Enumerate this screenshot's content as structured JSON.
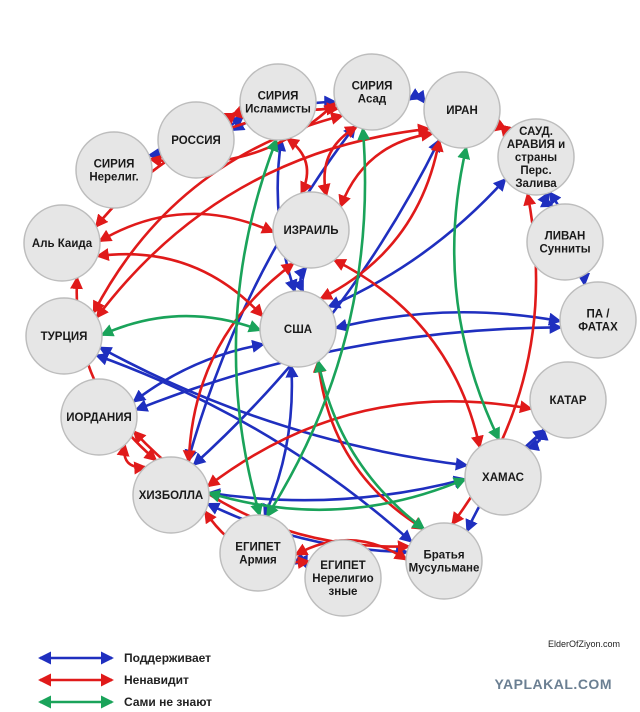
{
  "colors": {
    "support": "#1f2fbf",
    "hate": "#e01a1a",
    "unknown": "#1aa35a"
  },
  "nodes": [
    {
      "id": "syria_islamists",
      "label": [
        "СИРИЯ",
        "Исламисты"
      ]
    },
    {
      "id": "syria_asad",
      "label": [
        "СИРИЯ",
        "Асад"
      ]
    },
    {
      "id": "russia",
      "label": [
        "РОССИЯ"
      ]
    },
    {
      "id": "iran",
      "label": [
        "ИРАН"
      ]
    },
    {
      "id": "syria_nonrel",
      "label": [
        "СИРИЯ",
        "Нерелиг."
      ]
    },
    {
      "id": "saudi",
      "label": [
        "САУД.",
        "АРАВИЯ и",
        "страны",
        "Перс.",
        "Залива"
      ]
    },
    {
      "id": "israel",
      "label": [
        "ИЗРАИЛЬ"
      ]
    },
    {
      "id": "alqaeda",
      "label": [
        "Аль Каида"
      ]
    },
    {
      "id": "lebanon_sunni",
      "label": [
        "ЛИВАН",
        "Сунниты"
      ]
    },
    {
      "id": "turkey",
      "label": [
        "ТУРЦИЯ"
      ]
    },
    {
      "id": "usa",
      "label": [
        "США"
      ]
    },
    {
      "id": "pa_fatah",
      "label": [
        "ПА /",
        "ФАТАХ"
      ]
    },
    {
      "id": "jordan",
      "label": [
        "ИОРДАНИЯ"
      ]
    },
    {
      "id": "qatar",
      "label": [
        "КАТАР"
      ]
    },
    {
      "id": "hezbollah",
      "label": [
        "ХИЗБОЛЛА"
      ]
    },
    {
      "id": "hamas",
      "label": [
        "ХАМАС"
      ]
    },
    {
      "id": "egypt_army",
      "label": [
        "ЕГИПЕТ",
        "Армия"
      ]
    },
    {
      "id": "egypt_nonrel",
      "label": [
        "ЕГИПЕТ",
        "Нерелигио",
        "зные"
      ]
    },
    {
      "id": "muslim_brothers",
      "label": [
        "Братья",
        "Мусульмане"
      ]
    }
  ],
  "relations": [
    {
      "from": "syria_asad",
      "to": "iran",
      "type": "support"
    },
    {
      "from": "syria_asad",
      "to": "russia",
      "type": "support"
    },
    {
      "from": "syria_islamists",
      "to": "syria_nonrel",
      "type": "support"
    },
    {
      "from": "syria_islamists",
      "to": "usa",
      "type": "support"
    },
    {
      "from": "iran",
      "to": "hezbollah",
      "type": "support"
    },
    {
      "from": "syria_asad",
      "to": "hezbollah",
      "type": "support"
    },
    {
      "from": "saudi",
      "to": "usa",
      "type": "support"
    },
    {
      "from": "saudi",
      "to": "lebanon_sunni",
      "type": "support"
    },
    {
      "from": "saudi",
      "to": "pa_fatah",
      "type": "support"
    },
    {
      "from": "israel",
      "to": "usa",
      "type": "support"
    },
    {
      "from": "usa",
      "to": "pa_fatah",
      "type": "support"
    },
    {
      "from": "usa",
      "to": "jordan",
      "type": "support"
    },
    {
      "from": "usa",
      "to": "egypt_army",
      "type": "support"
    },
    {
      "from": "turkey",
      "to": "hamas",
      "type": "support"
    },
    {
      "from": "turkey",
      "to": "muslim_brothers",
      "type": "support"
    },
    {
      "from": "pa_fatah",
      "to": "jordan",
      "type": "support"
    },
    {
      "from": "qatar",
      "to": "hamas",
      "type": "support"
    },
    {
      "from": "qatar",
      "to": "muslim_brothers",
      "type": "support"
    },
    {
      "from": "hamas",
      "to": "hezbollah",
      "type": "support"
    },
    {
      "from": "hezbollah",
      "to": "muslim_brothers",
      "type": "support"
    },
    {
      "from": "egypt_army",
      "to": "egypt_nonrel",
      "type": "support"
    },
    {
      "from": "syria_asad",
      "to": "alqaeda",
      "type": "hate"
    },
    {
      "from": "syria_asad",
      "to": "syria_nonrel",
      "type": "hate"
    },
    {
      "from": "syria_asad",
      "to": "israel",
      "type": "hate"
    },
    {
      "from": "syria_islamists",
      "to": "israel",
      "type": "hate"
    },
    {
      "from": "syria_islamists",
      "to": "russia",
      "type": "hate"
    },
    {
      "from": "iran",
      "to": "saudi",
      "type": "hate"
    },
    {
      "from": "iran",
      "to": "israel",
      "type": "hate"
    },
    {
      "from": "iran",
      "to": "usa",
      "type": "hate"
    },
    {
      "from": "israel",
      "to": "alqaeda",
      "type": "hate"
    },
    {
      "from": "israel",
      "to": "hamas",
      "type": "hate"
    },
    {
      "from": "israel",
      "to": "hezbollah",
      "type": "hate"
    },
    {
      "from": "alqaeda",
      "to": "usa",
      "type": "hate"
    },
    {
      "from": "alqaeda",
      "to": "hezbollah",
      "type": "hate"
    },
    {
      "from": "alqaeda",
      "to": "syria_asad",
      "type": "hate"
    },
    {
      "from": "jordan",
      "to": "hezbollah",
      "type": "hate"
    },
    {
      "from": "hezbollah",
      "to": "qatar",
      "type": "hate"
    },
    {
      "from": "hezbollah",
      "to": "egypt_nonrel",
      "type": "hate"
    },
    {
      "from": "egypt_army",
      "to": "muslim_brothers",
      "type": "hate"
    },
    {
      "from": "usa",
      "to": "muslim_brothers",
      "type": "hate"
    },
    {
      "from": "turkey",
      "to": "syria_asad",
      "type": "hate"
    },
    {
      "from": "jordan",
      "to": "muslim_brothers",
      "type": "hate"
    },
    {
      "from": "saudi",
      "to": "muslim_brothers",
      "type": "hate"
    },
    {
      "from": "iran",
      "to": "turkey",
      "type": "hate"
    },
    {
      "from": "syria_islamists",
      "to": "egypt_army",
      "type": "unknown"
    },
    {
      "from": "syria_asad",
      "to": "egypt_army",
      "type": "unknown"
    },
    {
      "from": "iran",
      "to": "hamas",
      "type": "unknown"
    },
    {
      "from": "turkey",
      "to": "usa",
      "type": "unknown"
    },
    {
      "from": "usa",
      "to": "muslim_brothers",
      "type": "unknown"
    },
    {
      "from": "hamas",
      "to": "hezbollah",
      "type": "unknown"
    }
  ],
  "legend": [
    {
      "type": "support",
      "label": "Поддерживает"
    },
    {
      "type": "hate",
      "label": "Ненавидит"
    },
    {
      "type": "unknown",
      "label": "Сами не знают"
    }
  ],
  "credit": "ElderOfZiyon.com",
  "watermark": "YAPLAKAL.COM"
}
